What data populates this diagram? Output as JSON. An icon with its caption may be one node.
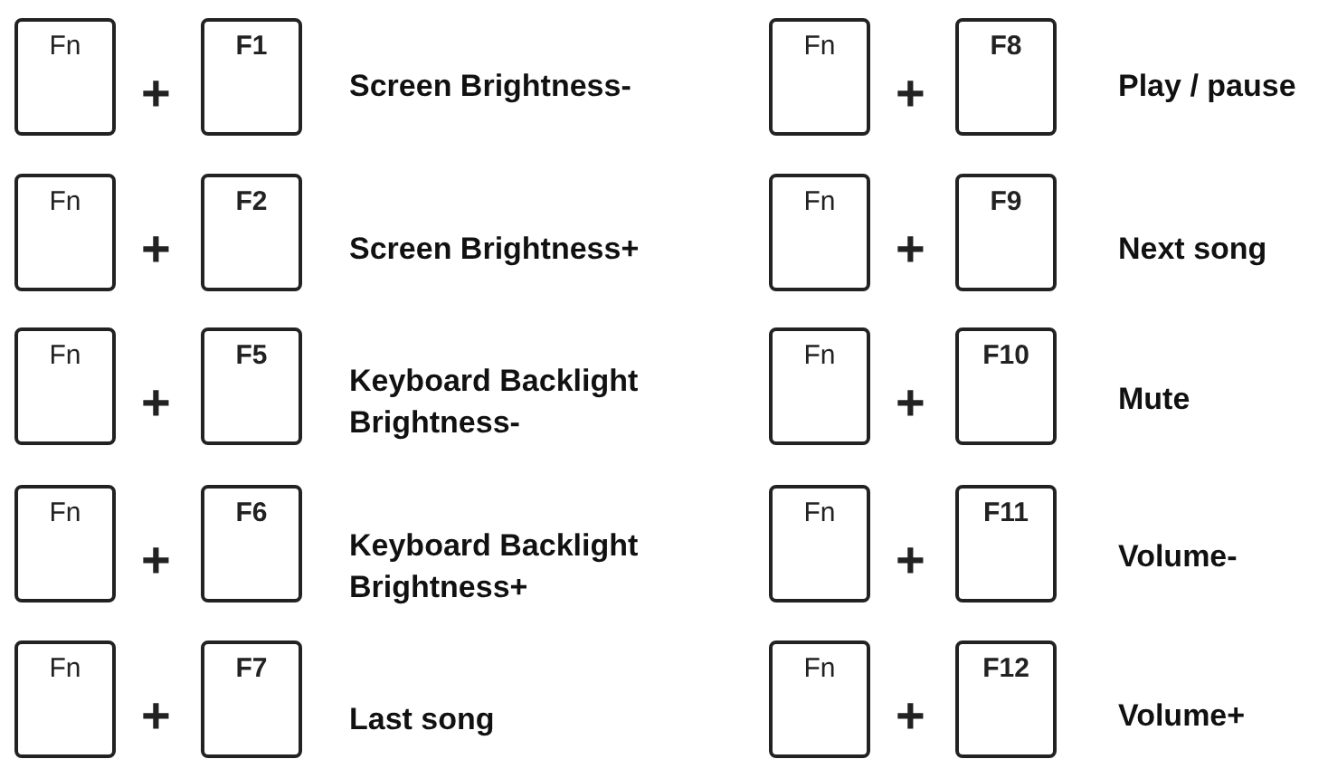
{
  "diagram": {
    "nodes": [
      {
        "text": [
          "Fn"
        ]
      },
      {
        "text": [
          "F1"
        ]
      },
      {
        "text": [
          "Fn"
        ]
      },
      {
        "text": [
          "F8"
        ]
      },
      {
        "text": [
          "Fn"
        ]
      },
      {
        "text": [
          "F2"
        ]
      },
      {
        "text": [
          "Fn"
        ]
      },
      {
        "text": [
          "F9"
        ]
      },
      {
        "text": [
          "Fn"
        ]
      },
      {
        "text": [
          "F5"
        ]
      },
      {
        "text": [
          "Fn"
        ]
      },
      {
        "text": [
          "F10"
        ]
      },
      {
        "text": [
          "Fn"
        ]
      },
      {
        "text": [
          "F6"
        ]
      },
      {
        "text": [
          "Fn"
        ]
      },
      {
        "text": [
          "F11"
        ]
      },
      {
        "text": [
          "Fn"
        ]
      },
      {
        "text": [
          "F7"
        ]
      },
      {
        "text": [
          "Fn"
        ]
      },
      {
        "text": [
          "F12"
        ]
      }
    ],
    "edges": [],
    "labels": [
      "+",
      "Screen Brightness-",
      "+",
      "Play / pause",
      "+",
      "Screen Brightness+",
      "+",
      "Next song",
      "+",
      "Keyboard Backlight Brightness-",
      "+",
      "Mute",
      "+",
      "Keyboard Backlight Brightness+",
      "+",
      "Volume-",
      "+",
      "Last song",
      "+",
      "Volume+"
    ]
  }
}
